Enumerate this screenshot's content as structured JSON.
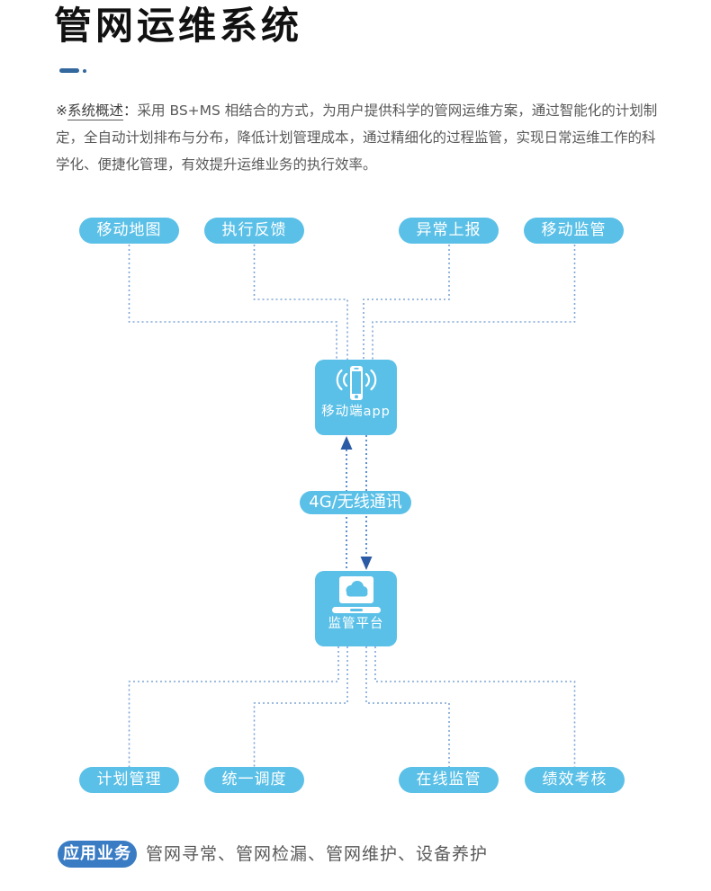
{
  "title": "管网运维系统",
  "overview": {
    "marker": "※",
    "label": "系统概述",
    "colon": "：",
    "body": "采用 BS+MS 相结合的方式，为用户提供科学的管网运维方案，通过智能化的计划制定，全自动计划排布与分布，降低计划管理成本，通过精细化的过程监管，实现日常运维工作的科学化、便捷化管理，有效提升运维业务的执行效率。"
  },
  "diagram": {
    "top_nodes": [
      "移动地图",
      "执行反馈",
      "异常上报",
      "移动监管"
    ],
    "mobile_node": {
      "label": "移动端app",
      "icon": "phone-signal-icon"
    },
    "link_pill": "4G/无线通讯",
    "platform_node": {
      "label": "监管平台",
      "icon": "laptop-cloud-icon"
    },
    "bottom_nodes": [
      "计划管理",
      "统一调度",
      "在线监管",
      "绩效考核"
    ]
  },
  "footer": {
    "badge": "应用业务",
    "services": "管网寻常、管网检漏、管网维护、设备养护"
  },
  "colors": {
    "node_blue": "#5bc0e7",
    "badge_blue": "#3a7cc4",
    "connector_blue": "#7fa5d6",
    "middle_line_blue": "#4c86cc",
    "arrow_blue": "#2b5ba4",
    "accent_blue": "#33689e",
    "text_gray": "#595959",
    "title_black": "#111111"
  }
}
